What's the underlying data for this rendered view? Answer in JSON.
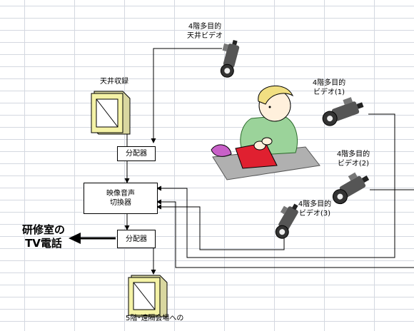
{
  "labels": {
    "ceiling_camera": [
      "4階多目的",
      "天井ビデオ"
    ],
    "ceiling_recording": "天井収録",
    "camera1": [
      "4階多目的",
      "ビデオ(1)"
    ],
    "camera2": [
      "4階多目的",
      "ビデオ(2)"
    ],
    "camera3": [
      "4階多目的",
      "ビデオ(3)"
    ],
    "distributor_top": "分配器",
    "switcher": [
      "映像音声",
      "切換器"
    ],
    "distributor_bottom": "分配器",
    "tv_phone": [
      "研修室の",
      "TV電話"
    ],
    "bottom_monitor": "5階･遠隔会場への"
  },
  "colors": {
    "line": "#000000",
    "monitor_fill": "#f4f2a6",
    "camera_body": "#555555",
    "child_shirt": "#9bd39a",
    "child_hair": "#f1df82",
    "paper_purple": "#c860c8",
    "paper_red": "#e02030"
  }
}
